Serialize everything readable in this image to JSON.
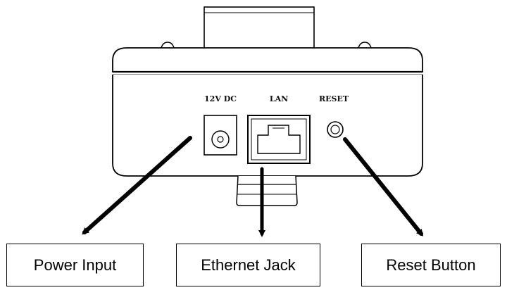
{
  "device": {
    "ports": {
      "power_label": "12V DC",
      "lan_label": "LAN",
      "reset_label": "RESET"
    }
  },
  "callouts": {
    "power": "Power Input",
    "ethernet": "Ethernet Jack",
    "reset": "Reset Button"
  },
  "colors": {
    "line": "#000000",
    "background": "#ffffff"
  }
}
